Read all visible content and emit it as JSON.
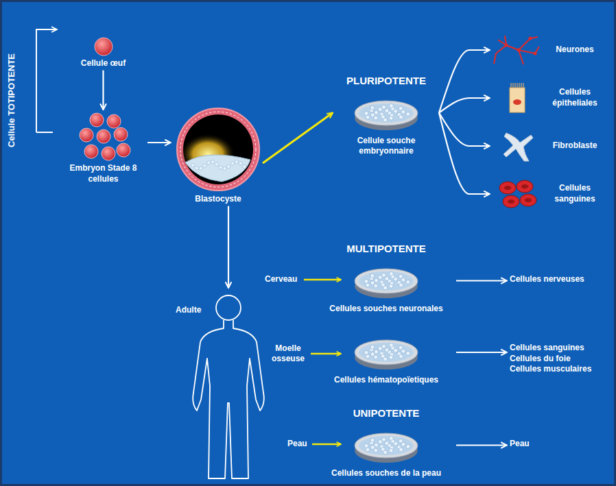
{
  "diagram": {
    "nodes": [
      {
        "text": [
          "Cellule œuf"
        ]
      },
      {
        "text": [
          "Embryon Stade 8 cellules"
        ]
      },
      {
        "text": [
          "Blastocyste"
        ]
      },
      {
        "text": [
          "PLURIPOTENTE",
          "Cellule souche embryonnaire"
        ]
      },
      {
        "text": [
          "Neurones"
        ]
      },
      {
        "text": [
          "Cellules épitheliales"
        ]
      },
      {
        "text": [
          "Fibroblaste"
        ]
      },
      {
        "text": [
          "Cellules sanguines"
        ]
      },
      {
        "text": [
          "Adulte"
        ]
      },
      {
        "text": [
          "MULTIPOTENTE",
          "Cellules souches neuronales"
        ]
      },
      {
        "text": [
          "Cellules nerveuses"
        ]
      },
      {
        "text": [
          "Cellules hématopoïetiques"
        ]
      },
      {
        "text": [
          "Cellules sanguines",
          "Cellules du foie",
          "Cellules musculaires"
        ]
      },
      {
        "text": [
          "UNIPOTENTE",
          "Cellules souches de la peau"
        ]
      },
      {
        "text": [
          "Peau"
        ]
      }
    ],
    "edges": [
      {
        "from": 0,
        "to": 1,
        "arrow": "to"
      },
      {
        "from": 1,
        "to": 2,
        "arrow": "to"
      },
      {
        "from": 2,
        "to": 3,
        "arrow": "to"
      },
      {
        "from": 3,
        "to": 4,
        "arrow": "to"
      },
      {
        "from": 3,
        "to": 5,
        "arrow": "to"
      },
      {
        "from": 3,
        "to": 6,
        "arrow": "to"
      },
      {
        "from": 3,
        "to": 7,
        "arrow": "to"
      },
      {
        "from": 2,
        "to": 8,
        "arrow": "to"
      },
      {
        "from": 9,
        "to": 10,
        "arrow": "to"
      },
      {
        "from": 11,
        "to": 12,
        "arrow": "to"
      },
      {
        "from": 13,
        "to": 14,
        "arrow": "to"
      }
    ],
    "labels": [
      "Cellule TOTIPOTENTE",
      "Cerveau",
      "Moelle osseuse",
      "Peau"
    ]
  }
}
